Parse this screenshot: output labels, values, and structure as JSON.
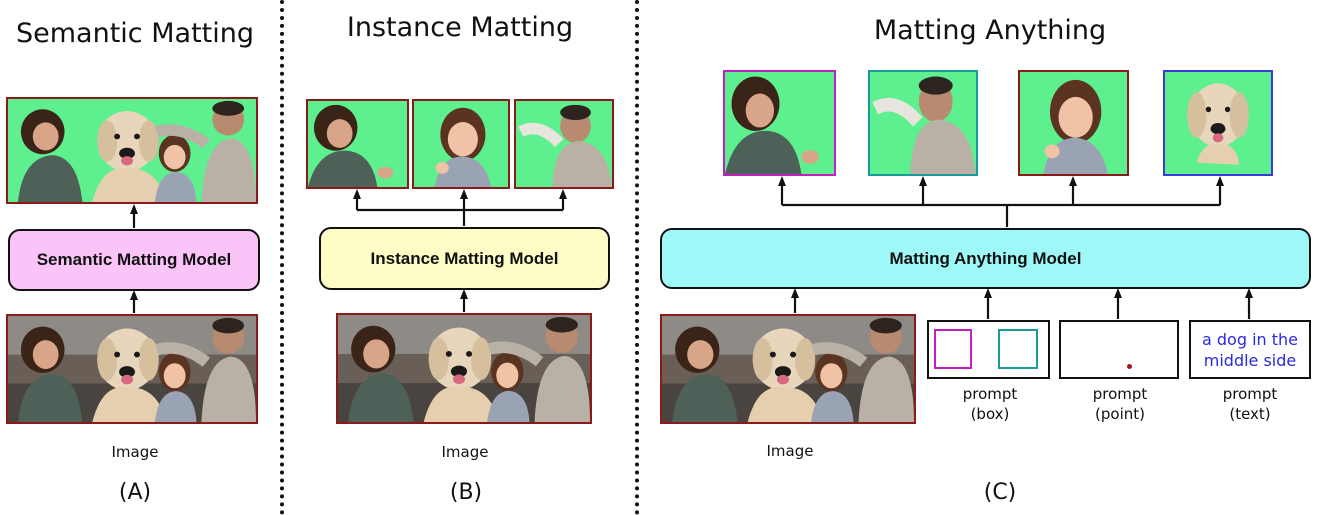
{
  "panels": {
    "a": {
      "title": "Semantic Matting",
      "model_label": "Semantic Matting Model",
      "image_caption": "Image",
      "letter": "(A)"
    },
    "b": {
      "title": "Instance Matting",
      "model_label": "Instance Matting Model",
      "image_caption": "Image",
      "letter": "(B)"
    },
    "c": {
      "title": "Matting Anything",
      "model_label": "Matting Anything Model",
      "image_caption": "Image",
      "letter": "(C)",
      "prompts": {
        "box_caption": "prompt\n(box)",
        "point_caption": "prompt\n(point)",
        "text_caption": "prompt\n(text)",
        "text_prompt": "a dog in the middle side"
      }
    }
  },
  "colors": {
    "matte_background": "#5ef08f",
    "image_border": "#8b1a1a",
    "semantic_model_fill": "#fbc4f8",
    "instance_model_fill": "#fdfdc5",
    "anything_model_fill": "#9ff8f8",
    "magenta_box": "#c020c0",
    "teal_box": "#1a9a9a",
    "blue_box": "#3a3ad8",
    "point_color": "#a01818",
    "text_prompt_color": "#2a2ae0"
  }
}
